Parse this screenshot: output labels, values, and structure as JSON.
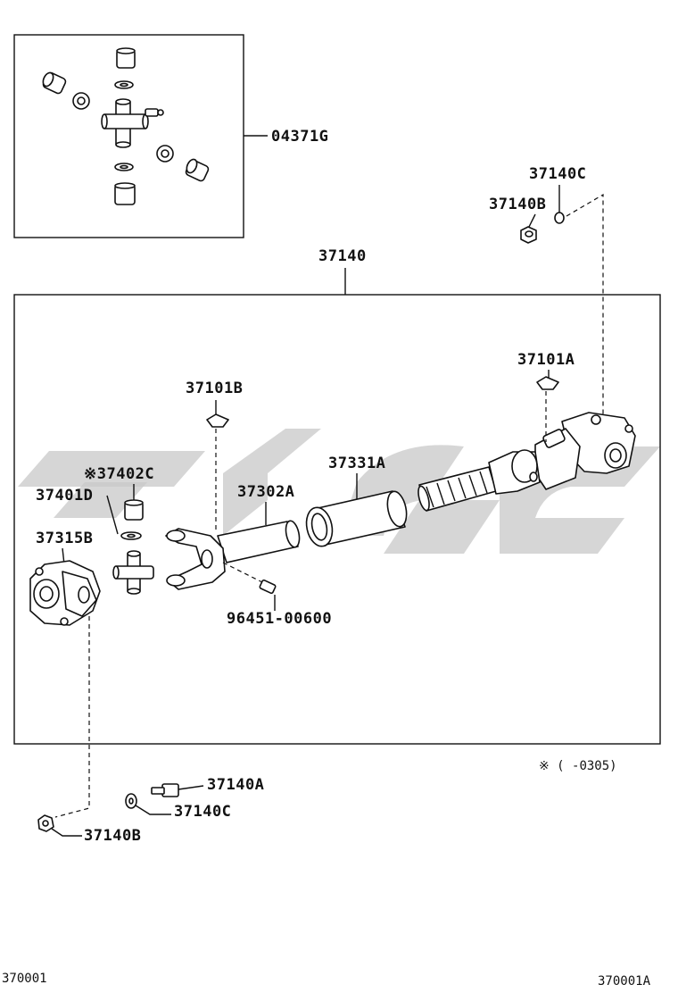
{
  "labels": {
    "uj_kit": "04371G",
    "assembly": "37140",
    "nut_top": "37140B",
    "washer_top": "37140C",
    "cap_right": "37101A",
    "cap_left": "37101B",
    "sleeve": "37331A",
    "shaft": "37302A",
    "bearing_note": "※37402C",
    "washer_left": "37401D",
    "flange_left": "37315B",
    "grease_fitting": "96451-00600",
    "bolt_bottom": "37140A",
    "washer_bottom": "37140C",
    "nut_bottom": "37140B"
  },
  "footnote": "※ (       -0305)",
  "page_code_left": "370001",
  "page_code_right": "370001A",
  "colors": {
    "ink": "#111111",
    "watermark": "#c8c8c8"
  }
}
